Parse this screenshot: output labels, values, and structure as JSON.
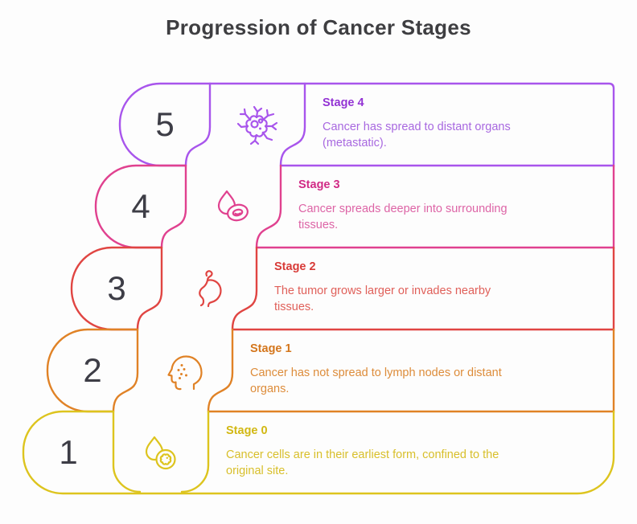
{
  "title": "Progression of Cancer Stages",
  "title_color": "#3e3e41",
  "number_color": "#3d3d46",
  "background": "#fdfdfd",
  "stages": [
    {
      "num": "5",
      "title": "Stage 4",
      "body_lines": [
        "Cancer has spread to distant organs",
        "(metastatic)."
      ],
      "color": "#a855ec",
      "title_color": "#9333d4",
      "body_color": "#a868e0",
      "icon": "cancer-cell-icon"
    },
    {
      "num": "4",
      "title": "Stage 3",
      "body_lines": [
        "Cancer spreads deeper into surrounding",
        "tissues."
      ],
      "color": "#e0418f",
      "title_color": "#d12b86",
      "body_color": "#dd64a6",
      "icon": "blood-cell-droplet-icon"
    },
    {
      "num": "3",
      "title": "Stage 2",
      "body_lines": [
        "The tumor grows larger or invades nearby",
        "tissues."
      ],
      "color": "#e04542",
      "title_color": "#d83a37",
      "body_color": "#e0605a",
      "icon": "stomach-icon"
    },
    {
      "num": "2",
      "title": "Stage 1",
      "body_lines": [
        "Cancer has not spread to lymph nodes or distant",
        "organs."
      ],
      "color": "#e08226",
      "title_color": "#d4761c",
      "body_color": "#dd8c3a",
      "icon": "head-profile-icon"
    },
    {
      "num": "1",
      "title": "Stage 0",
      "body_lines": [
        "Cancer cells are in their earliest form, confined to the",
        "original site."
      ],
      "color": "#ddc41e",
      "title_color": "#d2b813",
      "body_color": "#d8bf2a",
      "icon": "early-cell-droplet-icon"
    }
  ]
}
